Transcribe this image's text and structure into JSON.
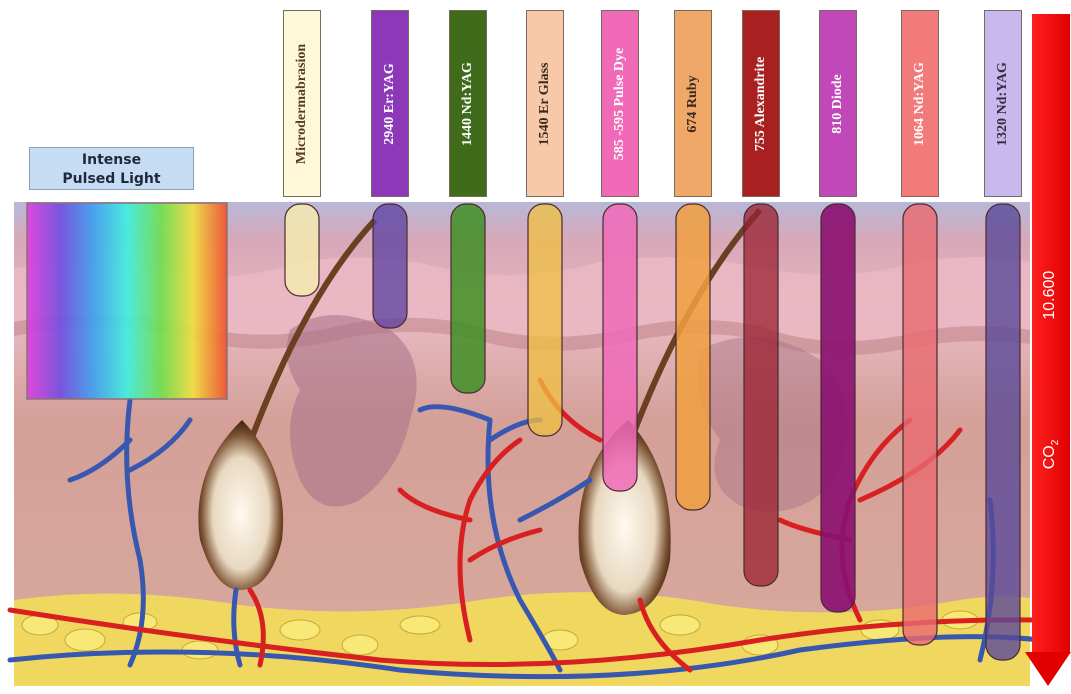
{
  "ipl_label": {
    "line1": "Intense",
    "line2": "Pulsed Light"
  },
  "lasers": [
    {
      "label": "Microdermabrasion",
      "color": "#fff8d8",
      "text_color": "#5a3a1e",
      "bar_color": "#f5eab0",
      "bar_opacity": 0.85,
      "depth_bottom": 296
    },
    {
      "label": "2940 Er:YAG",
      "color": "#8d38b8",
      "text_color": "#ffffff",
      "bar_color": "#5a3fa0",
      "bar_opacity": 0.75,
      "depth_bottom": 328
    },
    {
      "label": "1440  Nd:YAG",
      "color": "#3f6b1a",
      "text_color": "#ffffff",
      "bar_color": "#3f8f25",
      "bar_opacity": 0.85,
      "depth_bottom": 393
    },
    {
      "label": "1540 Er Glass",
      "color": "#f8c9a8",
      "text_color": "#3a2a1e",
      "bar_color": "#f0c040",
      "bar_opacity": 0.75,
      "depth_bottom": 436
    },
    {
      "label": "585 -595 Pulse Dye",
      "color": "#f06ab8",
      "text_color": "#ffffff",
      "bar_color": "#f06ab8",
      "bar_opacity": 0.85,
      "depth_bottom": 491
    },
    {
      "label": "674 Ruby",
      "color": "#f0a868",
      "text_color": "#3a2a1e",
      "bar_color": "#f0a040",
      "bar_opacity": 0.85,
      "depth_bottom": 510
    },
    {
      "label": "755 Alexandrite",
      "color": "#a82020",
      "text_color": "#ffffff",
      "bar_color": "#9a2030",
      "bar_opacity": 0.75,
      "depth_bottom": 586
    },
    {
      "label": "810 Diode",
      "color": "#c048b8",
      "text_color": "#ffffff",
      "bar_color": "#8a1070",
      "bar_opacity": 0.9,
      "depth_bottom": 612
    },
    {
      "label": "1064 Nd:YAG",
      "color": "#f27a7a",
      "text_color": "#ffffff",
      "bar_color": "#e86a70",
      "bar_opacity": 0.8,
      "depth_bottom": 645
    },
    {
      "label": "1320 Nd:YAG",
      "color": "#c8b8f0",
      "text_color": "#3a2a3a",
      "bar_color": "#5a4a98",
      "bar_opacity": 0.8,
      "depth_bottom": 660
    }
  ],
  "co2": {
    "name": "CO",
    "sub": "2",
    "wavelength": "10.600",
    "color": "#f01010"
  },
  "colors": {
    "epidermis": "#e0b0b8",
    "dermis": "#d4a8a0",
    "fat": "#f0d860",
    "artery": "#d82020",
    "vein": "#3858b0"
  }
}
